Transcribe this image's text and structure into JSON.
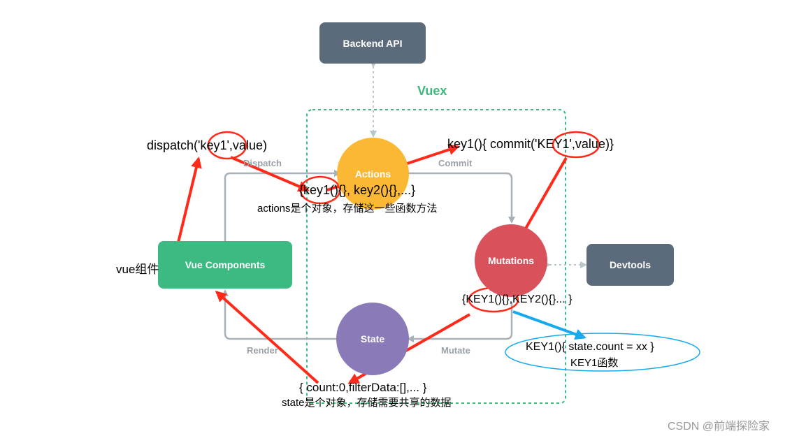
{
  "nodes": {
    "backend": "Backend API",
    "vuex": "Vuex",
    "actions": "Actions",
    "mutations": "Mutations",
    "devtools": "Devtools",
    "state": "State",
    "components": "Vue Components"
  },
  "edges": {
    "dispatch": "Dispatch",
    "commit": "Commit",
    "mutate": "Mutate",
    "render": "Render"
  },
  "annotations": {
    "dispatch_call": "dispatch('key1',value)",
    "commit_call": "key1(){ commit('KEY1',value)}",
    "actions_obj": "{key1(){}, key2(){},...}",
    "actions_desc": "actions是个对象，存储这一些函数方法",
    "vue_label": "vue组件",
    "mutations_obj": "{KEY1(){},KEY2(){}... }",
    "mutation_fn": "KEY1(){ state.count = xx }",
    "mutation_fn_desc": "KEY1函数",
    "state_obj": "{ count:0,filterData:[],... }",
    "state_desc": "state是个对象，存储需要共享的数据"
  },
  "watermark": "CSDN @前端探险家",
  "colors": {
    "dark_node": "#5c6b7b",
    "vuex_green": "#3fb77d",
    "actions": "#fbb835",
    "mutations": "#d9515b",
    "state": "#8a7ab7",
    "components": "#3db982",
    "red_annot": "#ff2a1a",
    "blue_arrow": "#14aaee",
    "flow_gray": "#a8b0b8"
  }
}
